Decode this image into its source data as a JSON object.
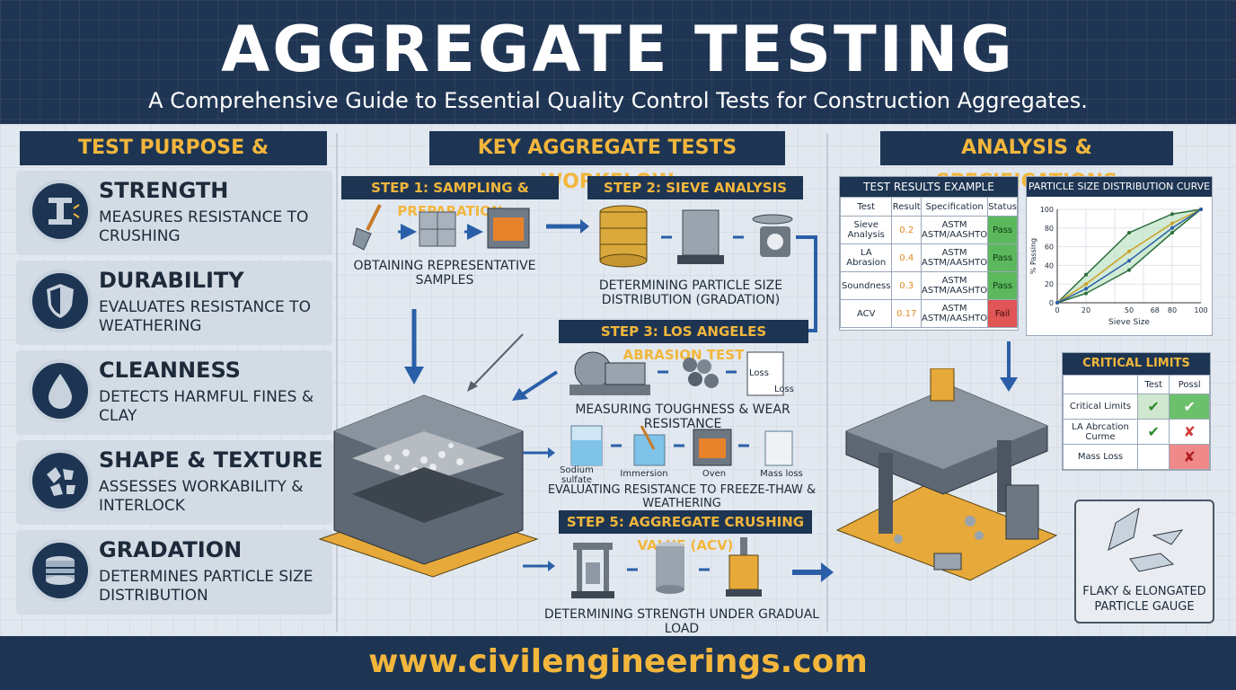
{
  "header": {
    "title": "AGGREGATE TESTING",
    "subtitle": "A Comprehensive Guide to Essential Quality Control Tests for Construction Aggregates."
  },
  "left_panel": {
    "heading": "TEST PURPOSE & SIGNIFICANCE",
    "items": [
      {
        "title": "STRENGTH",
        "desc": "MEASURES RESISTANCE TO CRUSHING",
        "icon": "i-beam-icon"
      },
      {
        "title": "DURABILITY",
        "desc": "EVALUATES RESISTANCE TO WEATHERING",
        "icon": "shield-icon"
      },
      {
        "title": "CLEANNESS",
        "desc": "DETECTS HARMFUL FINES & CLAY",
        "icon": "water-drop-icon"
      },
      {
        "title": "SHAPE & TEXTURE",
        "desc": "ASSESSES WORKABILITY & INTERLOCK",
        "icon": "stones-icon"
      },
      {
        "title": "GRADATION",
        "desc": "DETERMINES PARTICLE SIZE DISTRIBUTION",
        "icon": "sieve-icon"
      }
    ]
  },
  "center_panel": {
    "heading": "KEY AGGREGATE TESTS WORKFLOW",
    "step1": {
      "label": "STEP 1: SAMPLING & PREPARATION",
      "caption": "OBTAINING REPRESENTATIVE SAMPLES"
    },
    "step2": {
      "label": "STEP 2: SIEVE ANALYSIS",
      "caption": "DETERMINING PARTICLE SIZE DISTRIBUTION (GRADATION)"
    },
    "step3": {
      "label": "STEP 3: LOS ANGELES ABRASION TEST",
      "caption": "MEASURING TOUGHNESS & WEAR RESISTANCE",
      "loss1": "Loss",
      "loss2": "Loss"
    },
    "step4": {
      "caption": "EVALUATING RESISTANCE TO FREEZE-THAW & WEATHERING",
      "items": [
        "Sodium sulfate",
        "Immersion",
        "Oven",
        "Mass loss"
      ]
    },
    "step5": {
      "label": "STEP 5: AGGREGATE CRUSHING VALUE (ACV)",
      "caption": "DETERMINING STRENGTH UNDER GRADUAL LOAD"
    }
  },
  "right_panel": {
    "heading": "ANALYSIS & SPECIFICATIONS",
    "results_table": {
      "title": "TEST RESULTS EXAMPLE",
      "headers": [
        "Test",
        "Result",
        "Specification",
        "Status"
      ],
      "rows": [
        {
          "test": "Sieve Analysis",
          "result": "0.2",
          "spec": "ASTM ASTM/AASHTO",
          "status": "Pass"
        },
        {
          "test": "LA Abrasion",
          "result": "0.4",
          "spec": "ASTM ASTM/AASHTO",
          "status": "Pass"
        },
        {
          "test": "Soundness",
          "result": "0.3",
          "spec": "ASTM ASTM/AASHTO",
          "status": "Pass"
        },
        {
          "test": "ACV",
          "result": "0.17",
          "spec": "ASTM ASTM/AASHTO",
          "status": "Fail"
        }
      ]
    },
    "critical_limits": {
      "title": "CRITICAL LIMITS",
      "headers": [
        "",
        "Test",
        "Possl"
      ],
      "rows": [
        {
          "label": "Critical Limits",
          "test": "✔",
          "possl": "✔"
        },
        {
          "label": "LA Abrcation Curme",
          "test": "✔",
          "possl": "✘"
        },
        {
          "label": "Mass Loss",
          "test": "",
          "possl": "✘"
        }
      ]
    },
    "gauge_label": "FLAKY & ELONGATED PARTICLE GAUGE"
  },
  "chart_data": {
    "type": "line",
    "title": "PARTICLE SIZE DISTRIBUTION CURVE",
    "xlabel": "Sieve Size",
    "ylabel": "% Passing",
    "xlim": [
      0,
      100
    ],
    "ylim": [
      0,
      100
    ],
    "xticks": [
      "0",
      "20",
      "50",
      "68",
      "80",
      "100"
    ],
    "yticks": [
      "0",
      "20",
      "40",
      "60",
      "80",
      "100"
    ],
    "grid": true,
    "series": [
      {
        "color": "#2d6f3c",
        "x": [
          0,
          20,
          50,
          80,
          100
        ],
        "y": [
          0,
          30,
          75,
          95,
          100
        ]
      },
      {
        "color": "#2d6f3c",
        "x": [
          0,
          20,
          50,
          80,
          100
        ],
        "y": [
          0,
          10,
          35,
          75,
          100
        ]
      },
      {
        "color": "#c9a227",
        "x": [
          0,
          20,
          50,
          80,
          100
        ],
        "y": [
          0,
          20,
          55,
          85,
          100
        ]
      },
      {
        "color": "#2a5fa8",
        "x": [
          0,
          20,
          50,
          80,
          100
        ],
        "y": [
          0,
          15,
          45,
          80,
          100
        ]
      }
    ]
  },
  "footer": {
    "url": "www.civilengineerings.com"
  }
}
